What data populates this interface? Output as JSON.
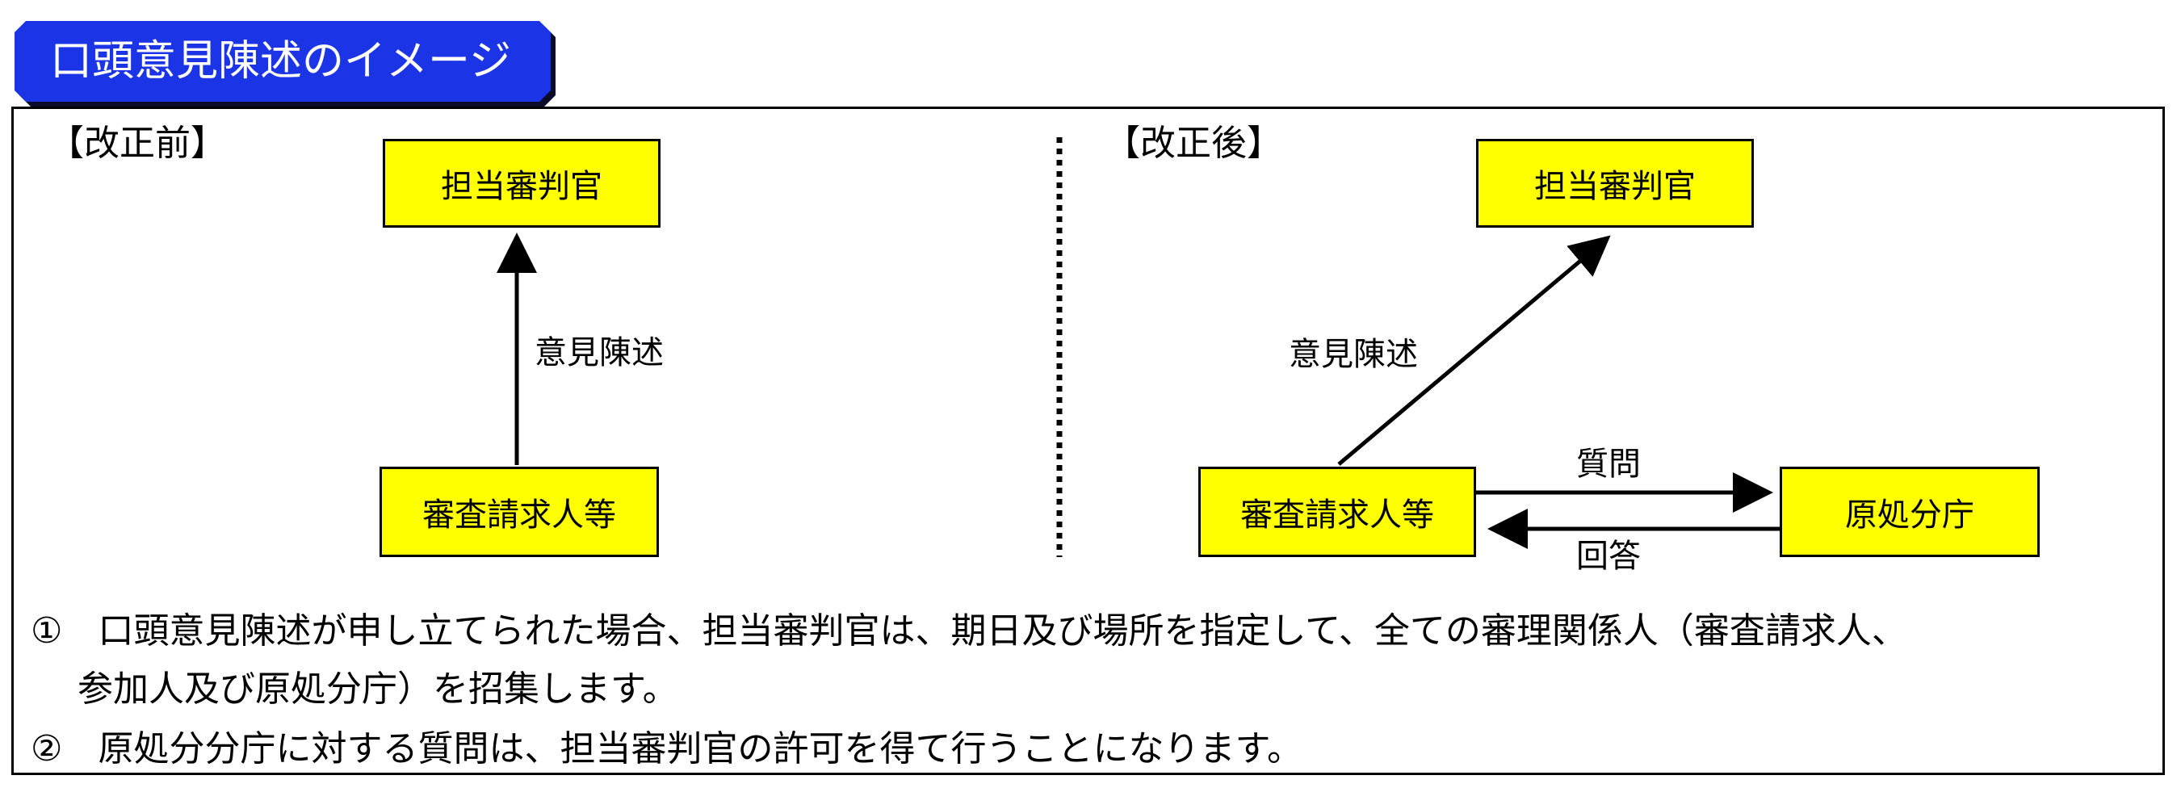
{
  "title": "口頭意見陳述のイメージ",
  "before": {
    "label": "【改正前】",
    "top_box": "担当審判官",
    "bottom_box": "審査請求人等",
    "arrow_label": "意見陳述"
  },
  "after": {
    "label": "【改正後】",
    "top_box": "担当審判官",
    "left_box": "審査請求人等",
    "right_box": "原処分庁",
    "diag_label": "意見陳述",
    "question_label": "質問",
    "answer_label": "回答"
  },
  "notes": {
    "n1_line1": "①　口頭意見陳述が申し立てられた場合、担当審判官は、期日及び場所を指定して、全ての審理関係人（審査請求人、",
    "n1_line2": "参加人及び原処分庁）を招集します。",
    "n2": "②　原処分分庁に対する質問は、担当審判官の許可を得て行うことになります。"
  },
  "colors": {
    "title_bg": "#1b35e6",
    "box_fill": "#ffff00"
  }
}
